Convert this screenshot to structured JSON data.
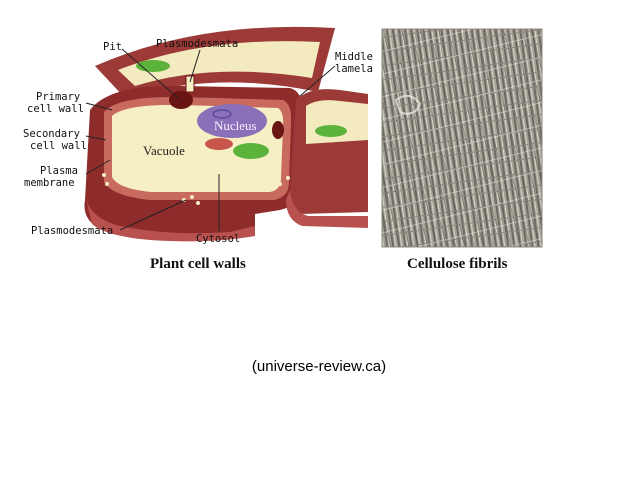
{
  "diagram": {
    "labels": {
      "pit": "Pit",
      "plasmodesmata_top": "Plasmodesmata",
      "middle_lamella": "Middle\nlamela",
      "primary_cell_wall": "Primary\ncell wall",
      "secondary_cell_wall": "Secondary\ncell wall",
      "plasma_membrane": "Plasma\nmembrane",
      "plasmodesmata_bottom": "Plasmodesmata",
      "cytosol": "Cytosol",
      "nucleus": "Nucleus",
      "vacuole": "Vacuole"
    },
    "captions": {
      "left": "Plant cell walls",
      "right": "Cellulose fibrils"
    },
    "colors": {
      "wall_dark": "#8e2c2c",
      "wall_mid": "#b9524e",
      "cytoplasm": "#f7efc4",
      "nucleus": "#8a6fb9",
      "chloroplast": "#5bb33c",
      "leader": "#222222"
    }
  },
  "credit": "(universe-review.ca)"
}
